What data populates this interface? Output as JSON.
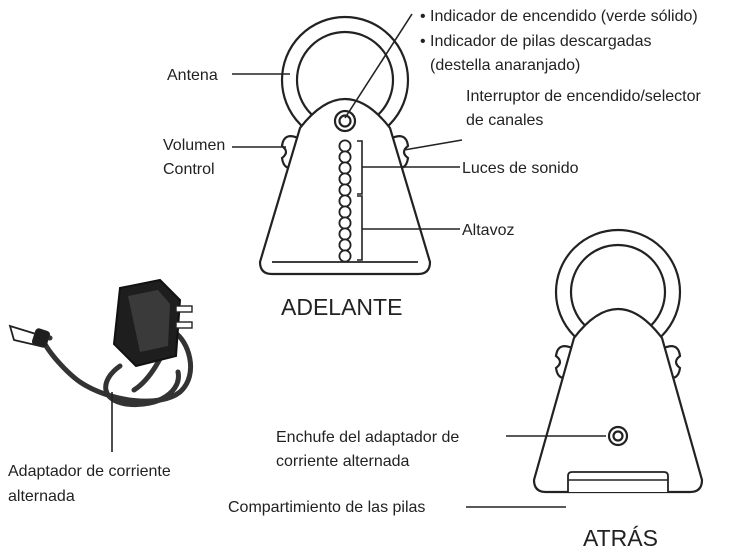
{
  "labels": {
    "power_indicator": "Indicador de encendido (verde sólido)",
    "low_battery_line1": "Indicador de pilas descargadas",
    "low_battery_line2": "(destella anaranjado)",
    "antenna": "Antena",
    "power_switch_line1": "Interruptor de encendido/selector",
    "power_switch_line2": "de canales",
    "volume_line1": "Volumen",
    "volume_line2": "Control",
    "sound_lights": "Luces de sonido",
    "speaker": "Altavoz",
    "adapter_jack_line1": "Enchufe del adaptador de",
    "adapter_jack_line2": "corriente alternada",
    "ac_adapter_line1": "Adaptador de corriente",
    "ac_adapter_line2": "alternada",
    "battery_compartment": "Compartimiento de las pilas"
  },
  "captions": {
    "front": "ADELANTE",
    "back": "ATRÁS"
  },
  "colors": {
    "stroke": "#222222",
    "fill": "#ffffff",
    "adapter_body": "#1e1e1e",
    "cord": "#333333"
  }
}
